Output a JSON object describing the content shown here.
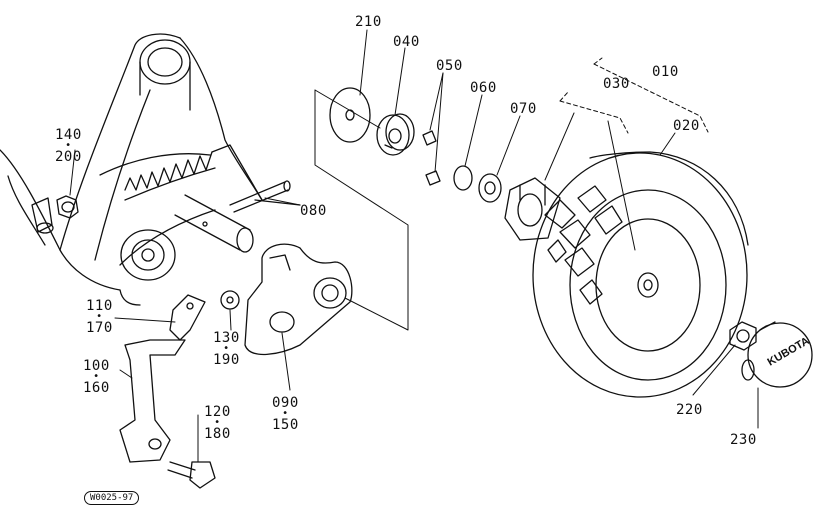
{
  "diagram": {
    "reference_code": "W0025-97",
    "wheel_logo_text": "KUBOTA",
    "callouts": {
      "p210": "210",
      "p040": "040",
      "p050": "050",
      "p060": "060",
      "p070": "070",
      "p030": "030",
      "p010": "010",
      "p020": "020",
      "p080": "080",
      "p140": "140",
      "p200": "200",
      "p110": "110",
      "p170": "170",
      "p130": "130",
      "p190": "190",
      "p100": "100",
      "p160": "160",
      "p090": "090",
      "p150": "150",
      "p120": "120",
      "p180": "180",
      "p220": "220",
      "p230": "230"
    }
  }
}
